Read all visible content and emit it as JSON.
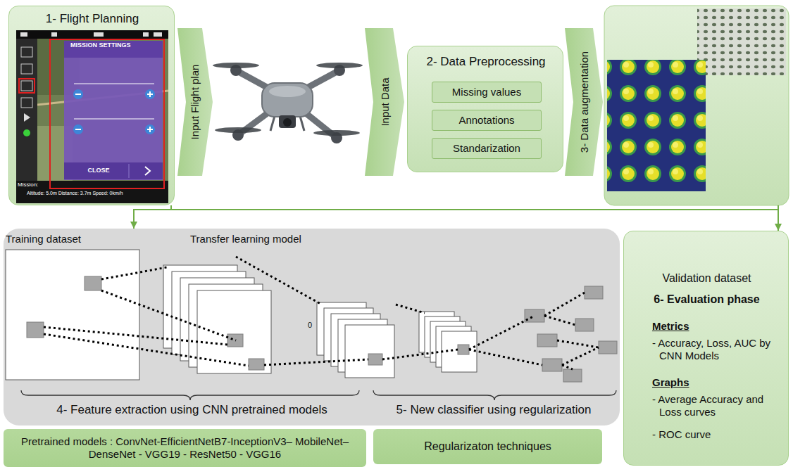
{
  "diagram": {
    "nodes": [
      {
        "text": [
          "1- Flight Planning"
        ]
      },
      {
        "text": [
          "2- Data Preprocessing"
        ]
      },
      {
        "text": [
          "Missing values"
        ],
        "in": 1
      },
      {
        "text": [
          "Annotations"
        ],
        "in": 1
      },
      {
        "text": [
          "Standarization"
        ],
        "in": 1
      },
      {
        "text": [
          "Training dataset",
          "Transfer learning model",
          "4- Feature extraction using CNN pretrained models",
          "5- New classifier using regularization"
        ]
      },
      {
        "text": [
          "Pretrained models : ConvNet-EfficientNetB7-InceptionV3– MobileNet–DenseNet - VGG19 - ResNet50 - VGG16"
        ]
      },
      {
        "text": [
          "Regularizaton techniques"
        ]
      },
      {
        "text": [
          "Validation dataset",
          "6- Evaluation phase",
          "Metrics",
          "- Accuracy, Loss, AUC by CNN Models",
          "Graphs",
          "- Average Accuracy and Loss curves",
          "- ROC curve"
        ]
      }
    ],
    "edges": [
      {
        "from": 0,
        "to": 5,
        "arrow": "to"
      },
      {
        "from": 0,
        "to": 8,
        "arrow": "to"
      }
    ],
    "labels": [
      "Input Flight plan",
      "Input Data",
      "3- Data augmentation",
      "MISSION SETTINGS",
      "CLOSE",
      "Mission:",
      "Altitude: 5.0m Distance: 3.7m Speed: 0km/h",
      "0"
    ]
  }
}
